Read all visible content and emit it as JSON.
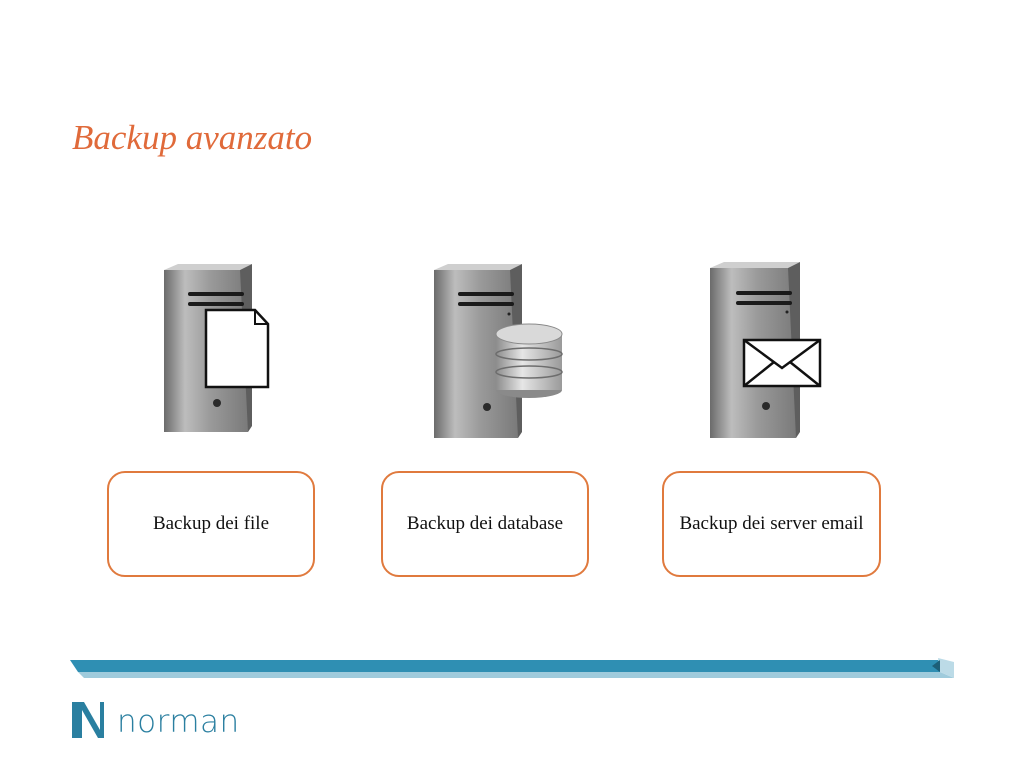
{
  "slide": {
    "title": "Backup avanzato"
  },
  "items": [
    {
      "label": "Backup dei file",
      "icon": "document-icon"
    },
    {
      "label": "Backup dei database",
      "icon": "database-icon"
    },
    {
      "label": "Backup dei server email",
      "icon": "envelope-icon"
    }
  ],
  "brand": {
    "name": "norman",
    "initial": "N"
  },
  "colors": {
    "accent": "#e06a3a",
    "box_border": "#e07a3e",
    "brand_blue": "#2a7fa0"
  }
}
